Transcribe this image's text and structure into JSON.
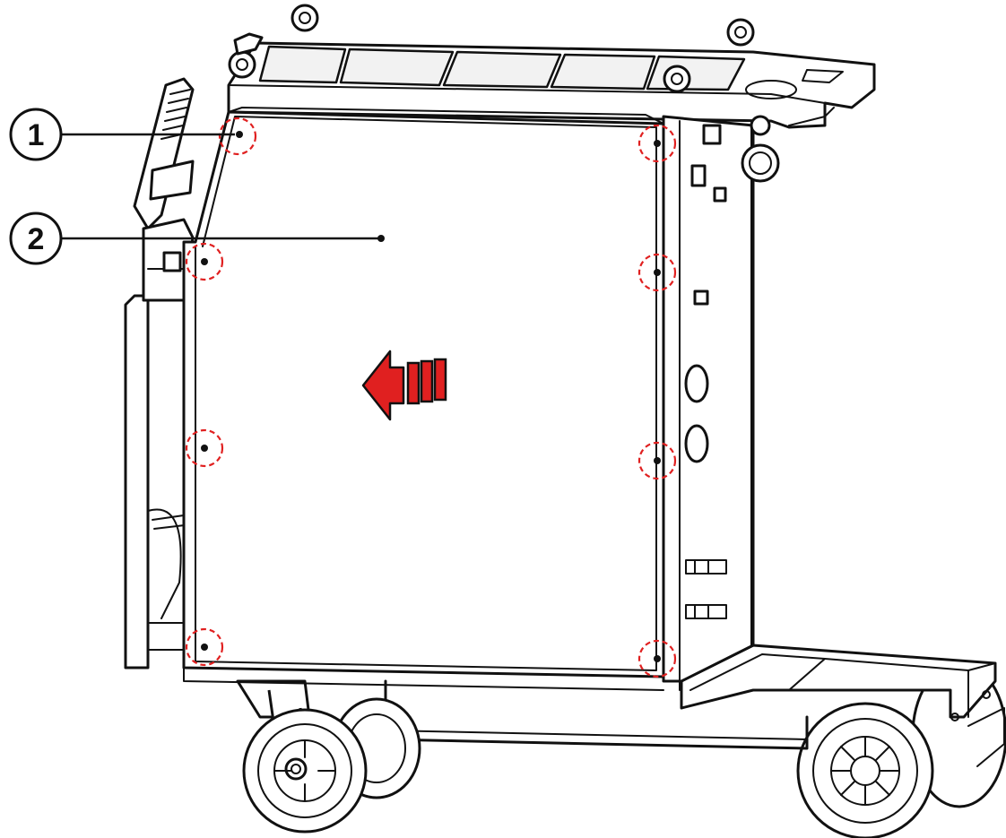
{
  "callouts": [
    {
      "id": "1",
      "label": "1"
    },
    {
      "id": "2",
      "label": "2"
    }
  ],
  "colors": {
    "outline": "#111111",
    "screw_marker": "#e02020",
    "arrow": "#e02020",
    "background": "#ffffff"
  },
  "icons": {
    "direction_arrow": "arrow-left-icon",
    "screw_marker": "dashed-circle-icon"
  }
}
